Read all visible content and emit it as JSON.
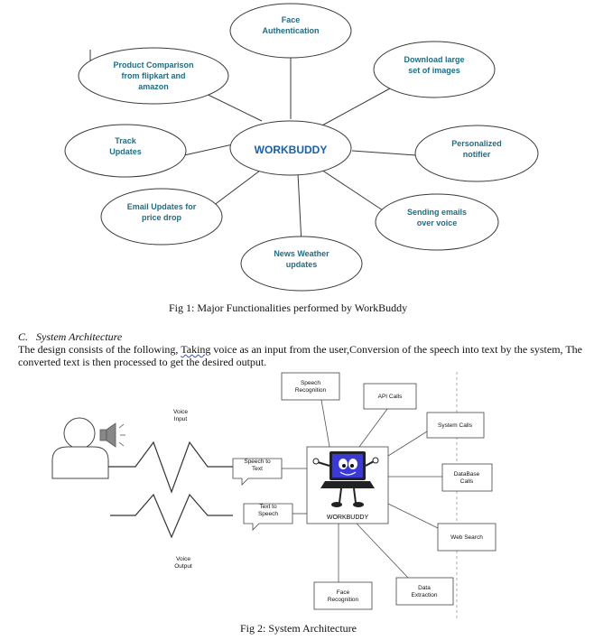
{
  "fig1": {
    "center": "WORKBUDDY",
    "nodes": [
      {
        "id": "face-auth",
        "lines": [
          "Face",
          "Authentication"
        ]
      },
      {
        "id": "download-images",
        "lines": [
          "Download large",
          "set of images"
        ]
      },
      {
        "id": "product-comparison",
        "lines": [
          "Product Comparison",
          "from flipkart and",
          "amazon"
        ]
      },
      {
        "id": "track-updates",
        "lines": [
          "Track",
          "Updates"
        ]
      },
      {
        "id": "personalized-notifier",
        "lines": [
          "Personalized",
          "notifier"
        ]
      },
      {
        "id": "email-updates",
        "lines": [
          "Email Updates for",
          "price drop"
        ]
      },
      {
        "id": "sending-emails",
        "lines": [
          "Sending emails",
          "over voice"
        ]
      },
      {
        "id": "news-weather",
        "lines": [
          "News Weather",
          "updates"
        ]
      }
    ],
    "caption": "Fig 1: Major Functionalities performed by WorkBuddy"
  },
  "section": {
    "heading_num": "C.",
    "heading_title": "System Architecture",
    "para_pre": "The design consists of the following, ",
    "para_squiggle": "Taking",
    "para_post": " voice as an input from the user,Conversion of the speech into text by the system, The converted text is then processed to get the desired output."
  },
  "fig2": {
    "voice_input": [
      "Voice",
      "Input"
    ],
    "voice_output": [
      "Voice",
      "Output"
    ],
    "speech_to_text": [
      "Speech to",
      "Text"
    ],
    "text_to_speech": [
      "Text to",
      "Speech"
    ],
    "center_label": "WORKBUDDY",
    "boxes": [
      {
        "id": "speech-recognition",
        "lines": [
          "Speech",
          "Recognition"
        ]
      },
      {
        "id": "api-calls",
        "lines": [
          "API Calls"
        ]
      },
      {
        "id": "system-calls",
        "lines": [
          "System Calls"
        ]
      },
      {
        "id": "database-calls",
        "lines": [
          "DataBase",
          "Calls"
        ]
      },
      {
        "id": "web-search",
        "lines": [
          "Web Search"
        ]
      },
      {
        "id": "data-extraction",
        "lines": [
          "Data",
          "Extraction"
        ]
      },
      {
        "id": "face-recognition",
        "lines": [
          "Face",
          "Recognition"
        ]
      }
    ],
    "caption": "Fig 2: System Architecture"
  },
  "colors": {
    "node_text": "#1f6d84",
    "center_text": "#1a5fa8",
    "line": "#3a3a3a",
    "laptop": "#222222",
    "screen": "#3b3ad6"
  }
}
